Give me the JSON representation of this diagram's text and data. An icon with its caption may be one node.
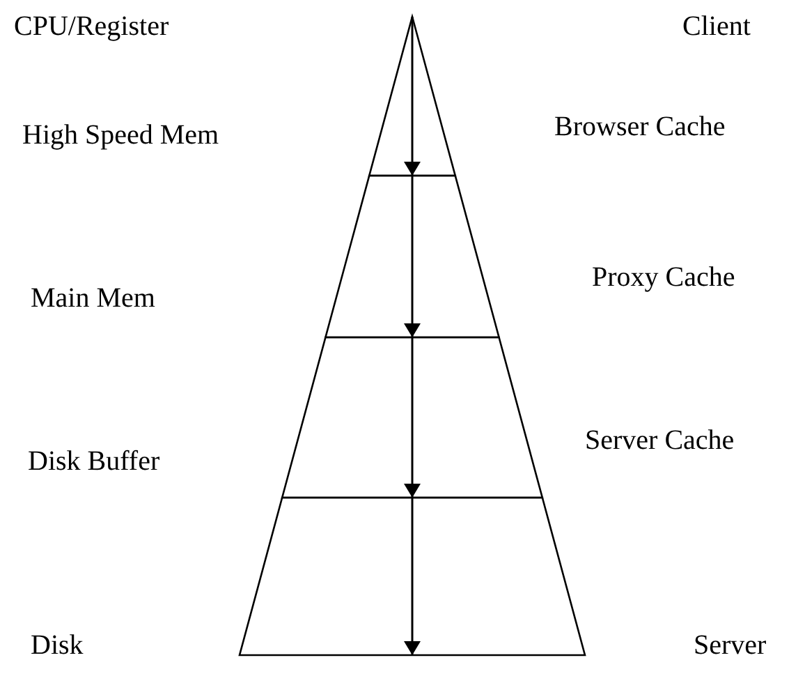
{
  "diagram": {
    "nodes": [
      {
        "text": [],
        "shape": "triangle"
      },
      {
        "text": [],
        "shape": "trapezoid"
      },
      {
        "text": [],
        "shape": "trapezoid"
      },
      {
        "text": [],
        "shape": "trapezoid"
      }
    ],
    "edges": [
      {
        "from": 0,
        "to": 1,
        "arrow": "to"
      },
      {
        "from": 1,
        "to": 2,
        "arrow": "to"
      },
      {
        "from": 2,
        "to": 3,
        "arrow": "to"
      },
      {
        "from": 2,
        "to": 3,
        "arrow": "to"
      }
    ],
    "labels": [
      "CPU/Register",
      "Client",
      "High Speed Mem",
      "Browser Cache",
      "Main Mem",
      "Proxy Cache",
      "Disk Buffer",
      "Server Cache",
      "Disk",
      "Server"
    ]
  }
}
